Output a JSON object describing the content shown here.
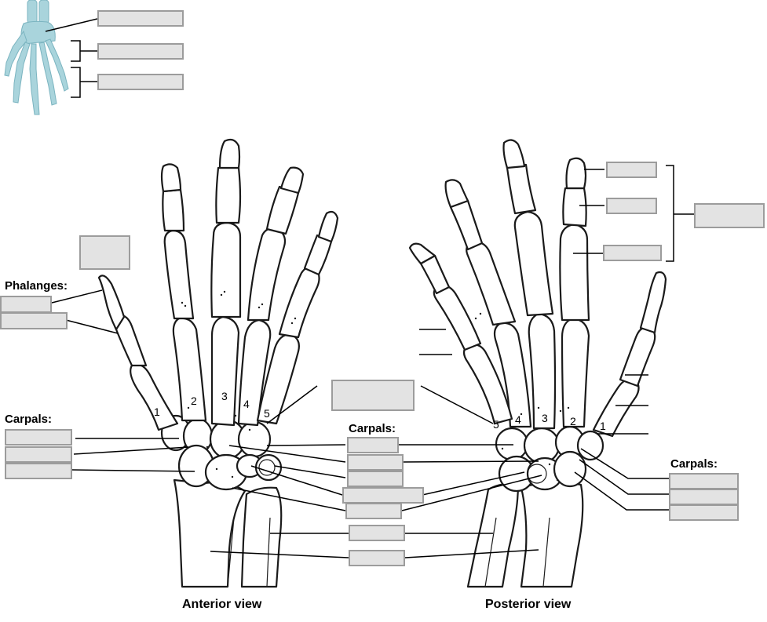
{
  "diagram": {
    "section_labels": {
      "phalanges": "Phalanges:",
      "carpals_left": "Carpals:",
      "carpals_center": "Carpals:",
      "carpals_right": "Carpals:"
    },
    "view_labels": {
      "anterior": "Anterior view",
      "posterior": "Posterior view"
    },
    "digit_numbers": {
      "anterior": [
        "1",
        "2",
        "3",
        "4",
        "5"
      ],
      "posterior": [
        "5",
        "4",
        "3",
        "2",
        "1"
      ]
    },
    "colors": {
      "bone_outline": "#1a1a1a",
      "bone_fill": "#ffffff",
      "label_box_fill": "#e3e3e3",
      "label_box_border": "#9c9c9c",
      "thumbnail_hand": "#a9d4dc"
    }
  }
}
